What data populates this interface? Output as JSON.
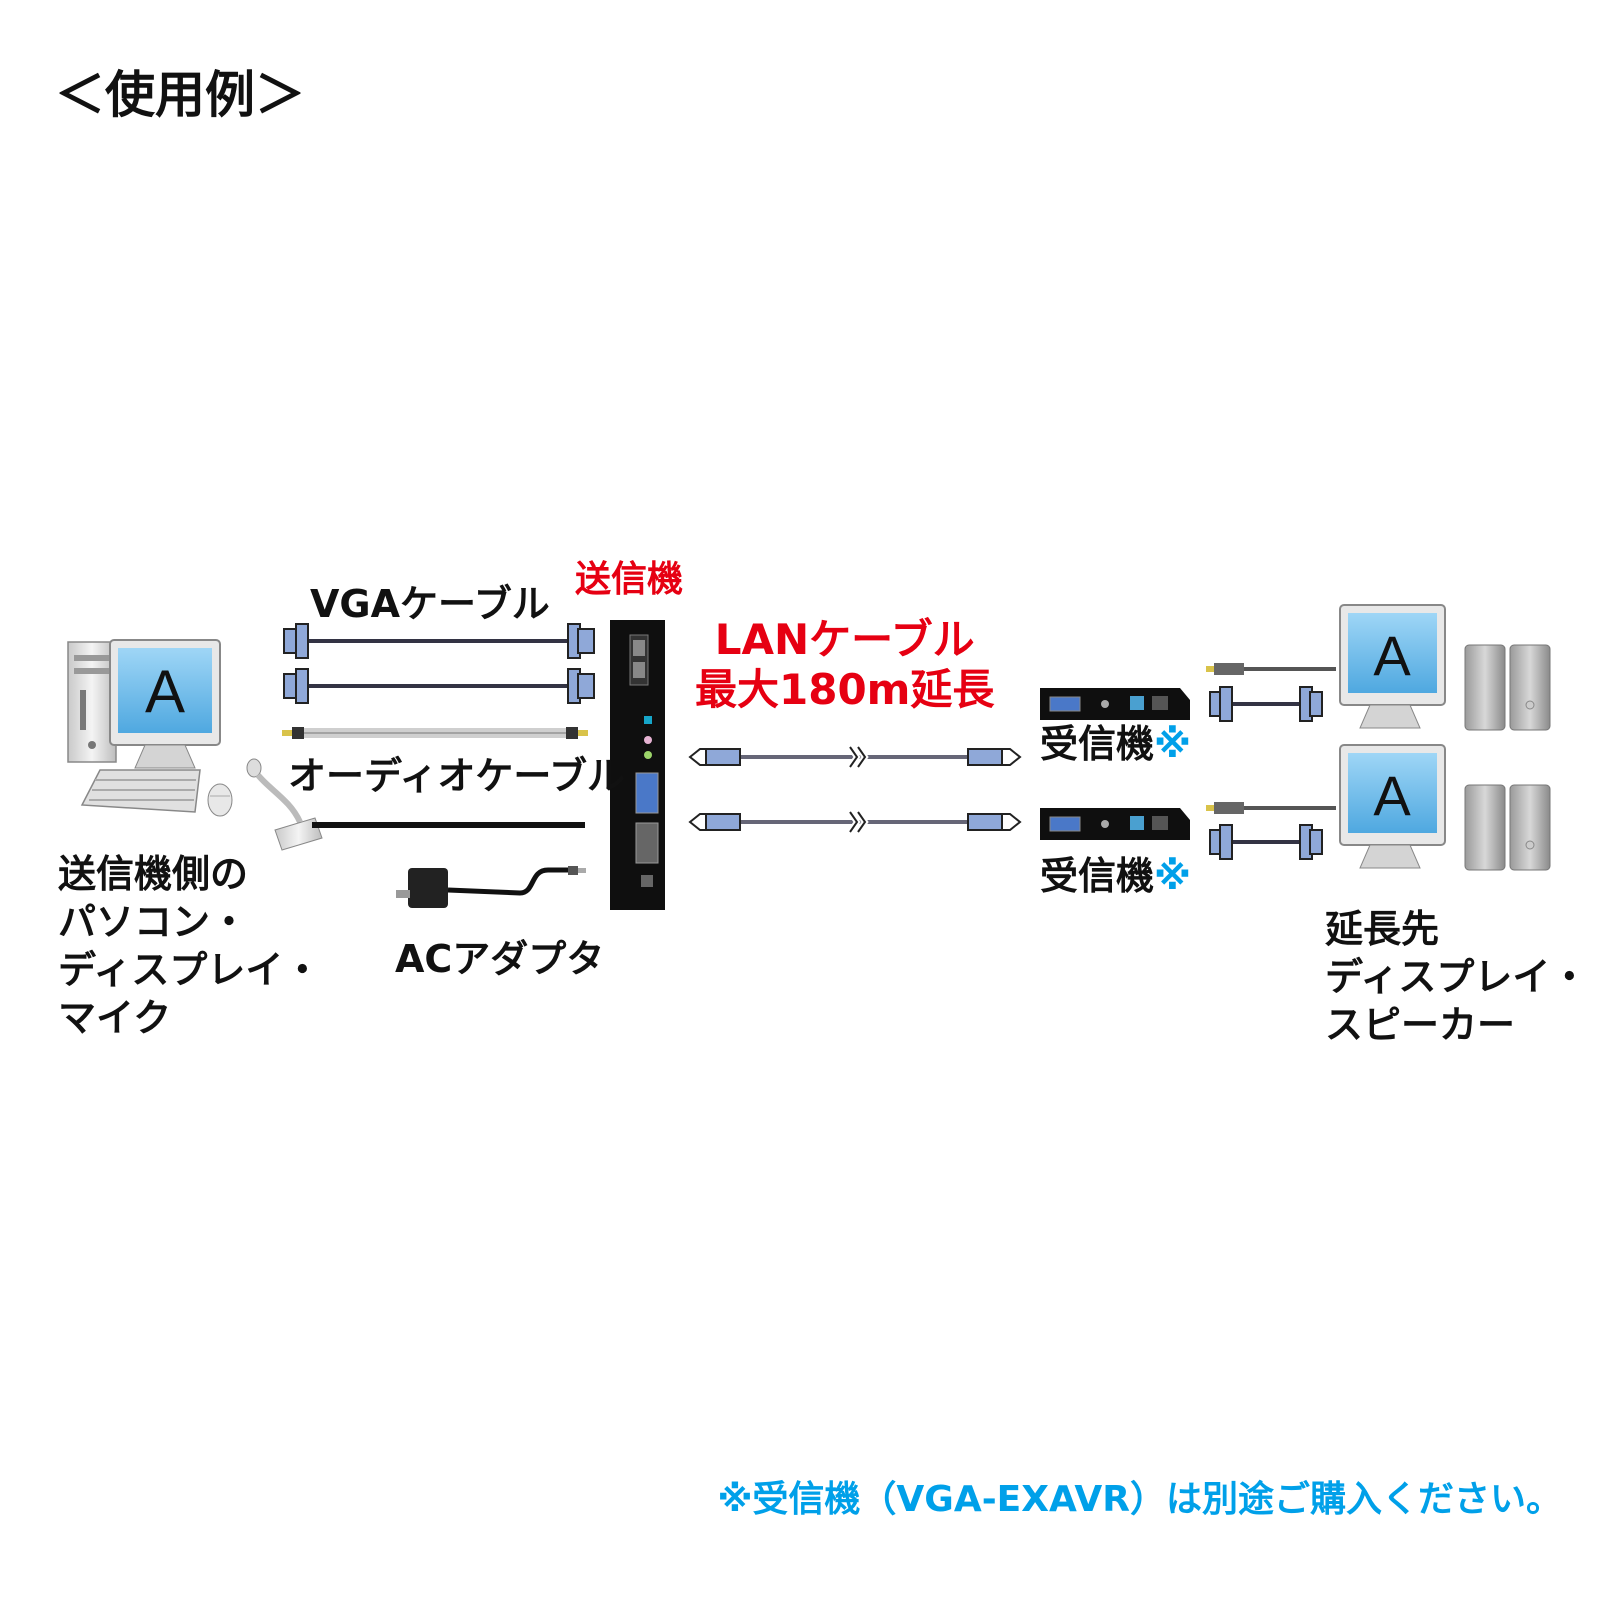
{
  "title": "＜使用例＞",
  "labels": {
    "vga_cable": "VGAケーブル",
    "audio_cable": "オーディオケーブル",
    "ac_adapter": "ACアダプタ",
    "transmitter": "送信機",
    "lan_line1": "LANケーブル",
    "lan_line2": "最大180m延長",
    "receiver_text": "受信機",
    "receiver_mark": "※",
    "pc_side": [
      "送信機側の",
      "パソコン・",
      "ディスプレイ・",
      "マイク"
    ],
    "remote_side": [
      "延長先",
      "ディスプレイ・",
      "スピーカー"
    ]
  },
  "screen_letter": "A",
  "footnote": "※受信機（VGA-EXAVR）は別途ご購入ください。",
  "colors": {
    "accent_red": "#e60012",
    "accent_blue": "#00a0e9",
    "connector_blue": "#8fa8d8",
    "device_black": "#111111",
    "screen_blue": "#7fc6f0"
  },
  "icons": [
    "computer-icon",
    "monitor-icon",
    "keyboard-icon",
    "mouse-icon",
    "microphone-icon",
    "speaker-icon",
    "vga-connector-icon",
    "audio-plug-icon",
    "rj45-plug-icon",
    "ac-adapter-icon",
    "transmitter-device",
    "receiver-device"
  ]
}
